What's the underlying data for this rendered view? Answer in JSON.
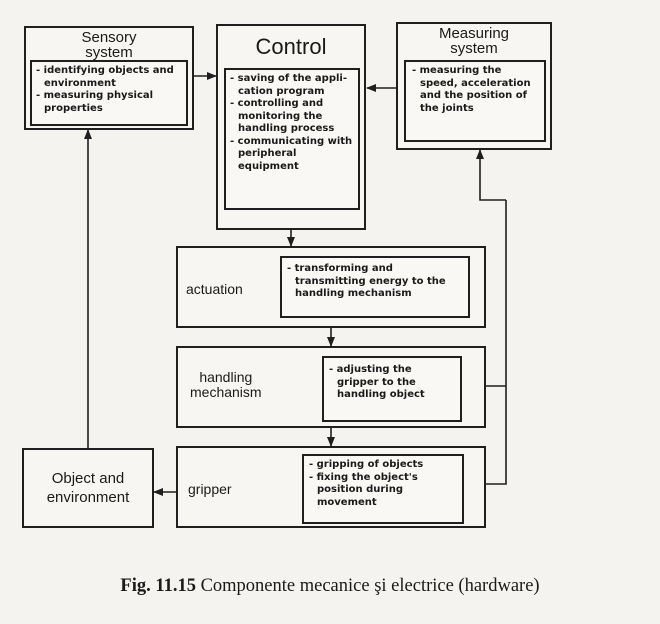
{
  "sensory": {
    "title_line1": "Sensory",
    "title_line2": "system",
    "items": [
      "identifying objects and environment",
      "measuring physical properties"
    ]
  },
  "control": {
    "title": "Control",
    "items": [
      "saving of the appli-cation program",
      "controlling and monitoring the handling process",
      "communicating with peripheral equipment"
    ]
  },
  "measuring": {
    "title_line1": "Measuring",
    "title_line2": "system",
    "items": [
      "measuring the speed, acceleration and the position of the joints"
    ]
  },
  "actuation": {
    "label": "actuation",
    "items": [
      "transforming and transmitting energy to the handling mechanism"
    ]
  },
  "handling": {
    "label_line1": "handling",
    "label_line2": "mechanism",
    "items": [
      "adjusting the gripper to the handling object"
    ]
  },
  "gripper": {
    "label": "gripper",
    "items": [
      "gripping of objects",
      "fixing the object's position during movement"
    ]
  },
  "object": {
    "label_line1": "Object and",
    "label_line2": "environment"
  },
  "caption": {
    "number": "Fig. 11.15",
    "text": " Componente mecanice şi electrice (hardware)"
  }
}
